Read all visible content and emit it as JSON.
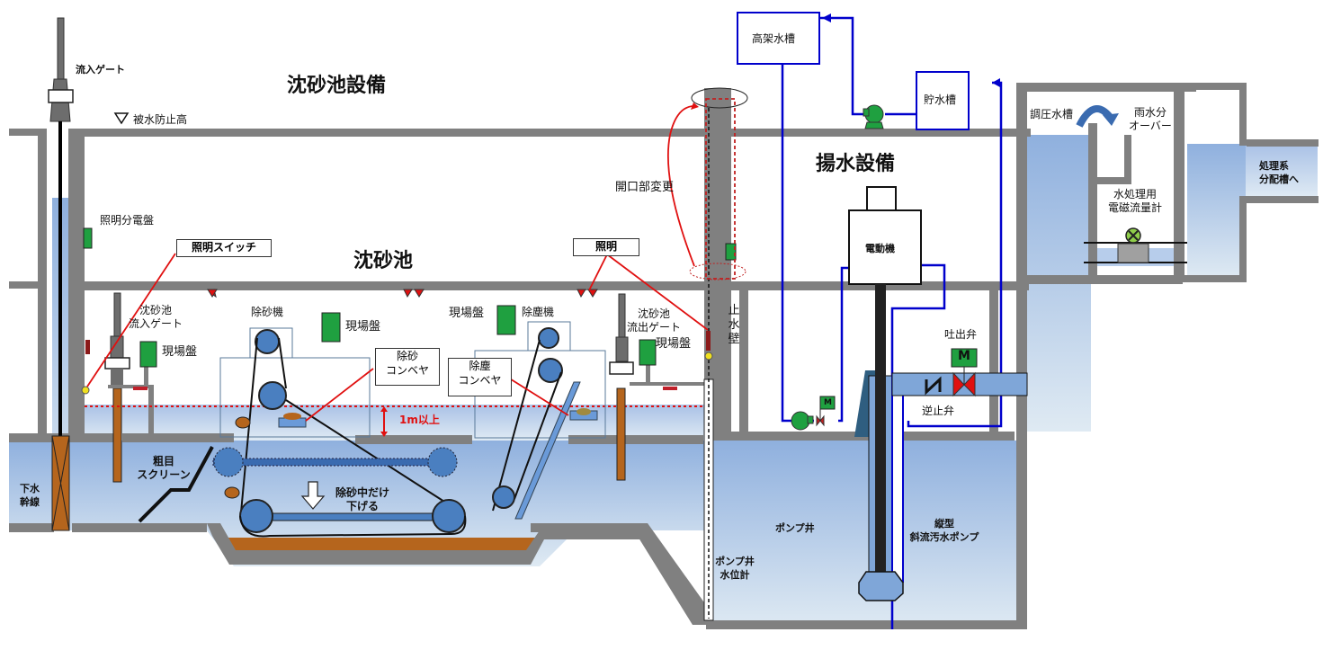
{
  "titles": {
    "grit_chamber_facility": "沈砂池設備",
    "grit_chamber": "沈砂池",
    "pumping_facility": "揚水設備"
  },
  "labels": {
    "inflow_gate": "流入ゲート",
    "flood_prevention_height": "被水防止高",
    "lighting_distribution_board": "照明分電盤",
    "lighting_switch": "照明スイッチ",
    "lighting": "照明",
    "grit_inflow_gate_l1": "沈砂池",
    "grit_inflow_gate_l2": "流入ゲート",
    "local_panel_1": "現場盤",
    "grit_remover": "除砂機",
    "local_panel_2": "現場盤",
    "grit_conveyor_l1": "除砂",
    "grit_conveyor_l2": "コンベヤ",
    "local_panel_3": "現場盤",
    "screen_remover": "除塵機",
    "screen_conveyor_l1": "除塵",
    "screen_conveyor_l2": "コンベヤ",
    "grit_outflow_gate_l1": "沈砂池",
    "grit_outflow_gate_l2": "流出ゲート",
    "local_panel_4": "現場盤",
    "waterproof_wall": [
      "止",
      "水",
      "壁"
    ],
    "one_meter_or_more": "1m以上",
    "coarse_screen_l1": "粗目",
    "coarse_screen_l2": "スクリーン",
    "sewer_trunk_l1": "下水",
    "sewer_trunk_l2": "幹線",
    "lower_only_during_l1": "除砂中だけ",
    "lower_only_during_l2": "下げる",
    "opening_change": "開口部変更",
    "elevated_tank": "高架水槽",
    "storage_tank": "貯水槽",
    "motor": "電動機",
    "discharge_valve": "吐出弁",
    "check_valve": "逆止弁",
    "motor_valve_mark": "M",
    "pump_well": "ポンプ井",
    "pump_well_level_l1": "ポンプ井",
    "pump_well_level_l2": "水位計",
    "vertical_pump_l1": "縦型",
    "vertical_pump_l2": "斜流汚水ポンプ",
    "surge_tank": "調圧水槽",
    "stormwater_overflow_l1": "雨水分",
    "stormwater_overflow_l2": "オーバー",
    "flowmeter_l1": "水処理用",
    "flowmeter_l2": "電磁流量計",
    "to_distribution_l1": "処理系",
    "to_distribution_l2": "分配槽へ"
  },
  "colors": {
    "wall": "#808080",
    "water_top": "#8fb0de",
    "water_bottom": "#dce9f2",
    "pipe_blue": "#0000cc",
    "panel_green": "#1fa040",
    "annotation_red": "#e01010",
    "sand_brown": "#b5651d"
  }
}
